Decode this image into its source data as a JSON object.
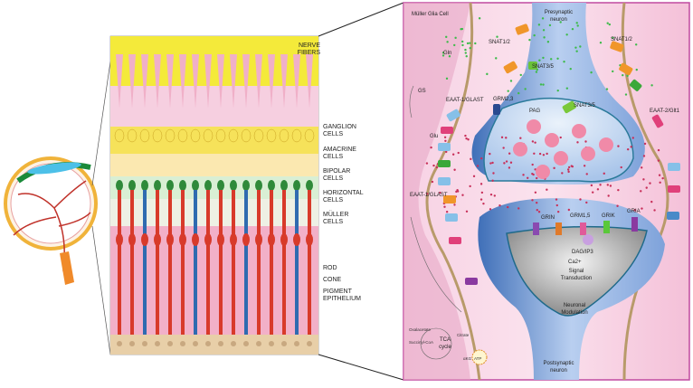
{
  "retina_labels": {
    "nerve_fibers": "NERVE FIBERS",
    "ganglion": "GANGLION CELLS",
    "amacrine": "AMACRINE CELLS",
    "bipolar": "BIPOLAR CELLS",
    "horizontal": "HORIZONTAL CELLS",
    "muller": "MÜLLER CELLS",
    "rod": "ROD",
    "cone": "CONE",
    "pigment": "PIGMENT EPITHELIUM"
  },
  "synapse_labels": {
    "muller_glia": "Müller Glia Cell",
    "presynaptic": "Presynaptic neuron",
    "postsynaptic": "Postsynaptic neuron",
    "snat12_left": "SNAT1/2",
    "snat12_right": "SNAT1/2",
    "snat35_top": "SNAT3/5",
    "snat35_mid": "SNAT3/5",
    "gln": "Gln",
    "gs": "GS",
    "eaat1_top": "EAAT-1/GLAST",
    "eaat1_bottom": "EAAT-1/GLAST",
    "grm23": "GRM2,3",
    "pag": "PAG",
    "glu": "Glu",
    "eaat2": "EAAT-2/Glt1",
    "grin": "GRIN",
    "grm15": "GRM1,5",
    "grik": "GRIK",
    "gria": "GRIA",
    "dag": "DAG/IP3",
    "ca": "Ca2+",
    "signal": "Signal Transduction",
    "neuronal": "Neuronal Modulation",
    "oxaloacetate": "Oxalacetate",
    "citrate": "Citrate",
    "succinyl": "Succinyl-CoA",
    "tca": "TCA cycle",
    "akg": "αKG",
    "atp": "ATP"
  },
  "colors": {
    "nerve": "#f4ea3a",
    "ganglion": "#f6e25a",
    "bipolar": "#2f8a3a",
    "rod": "#d83a2a",
    "cone": "#2f6bb0",
    "glia_bg": "#f3c4dc",
    "neuron": "#8fb4e4",
    "glu": "#c8305a",
    "gln": "#3dbb4a"
  }
}
